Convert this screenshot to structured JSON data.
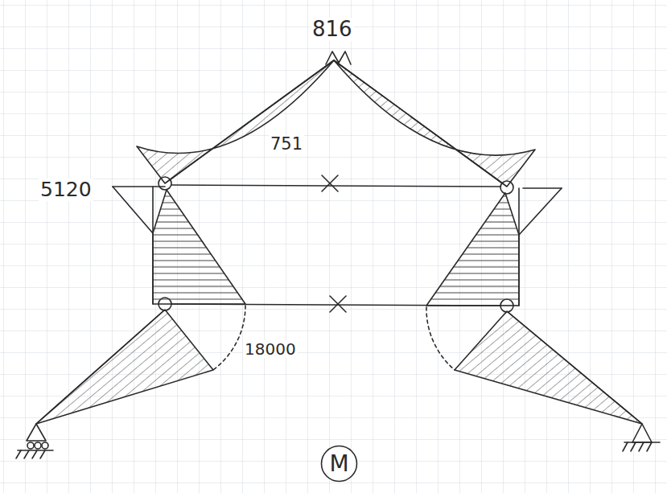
{
  "diagram": {
    "nodes": [
      {
        "text": [
          "M"
        ]
      }
    ],
    "labels": [
      "816",
      "751",
      "5120",
      "18000"
    ]
  }
}
